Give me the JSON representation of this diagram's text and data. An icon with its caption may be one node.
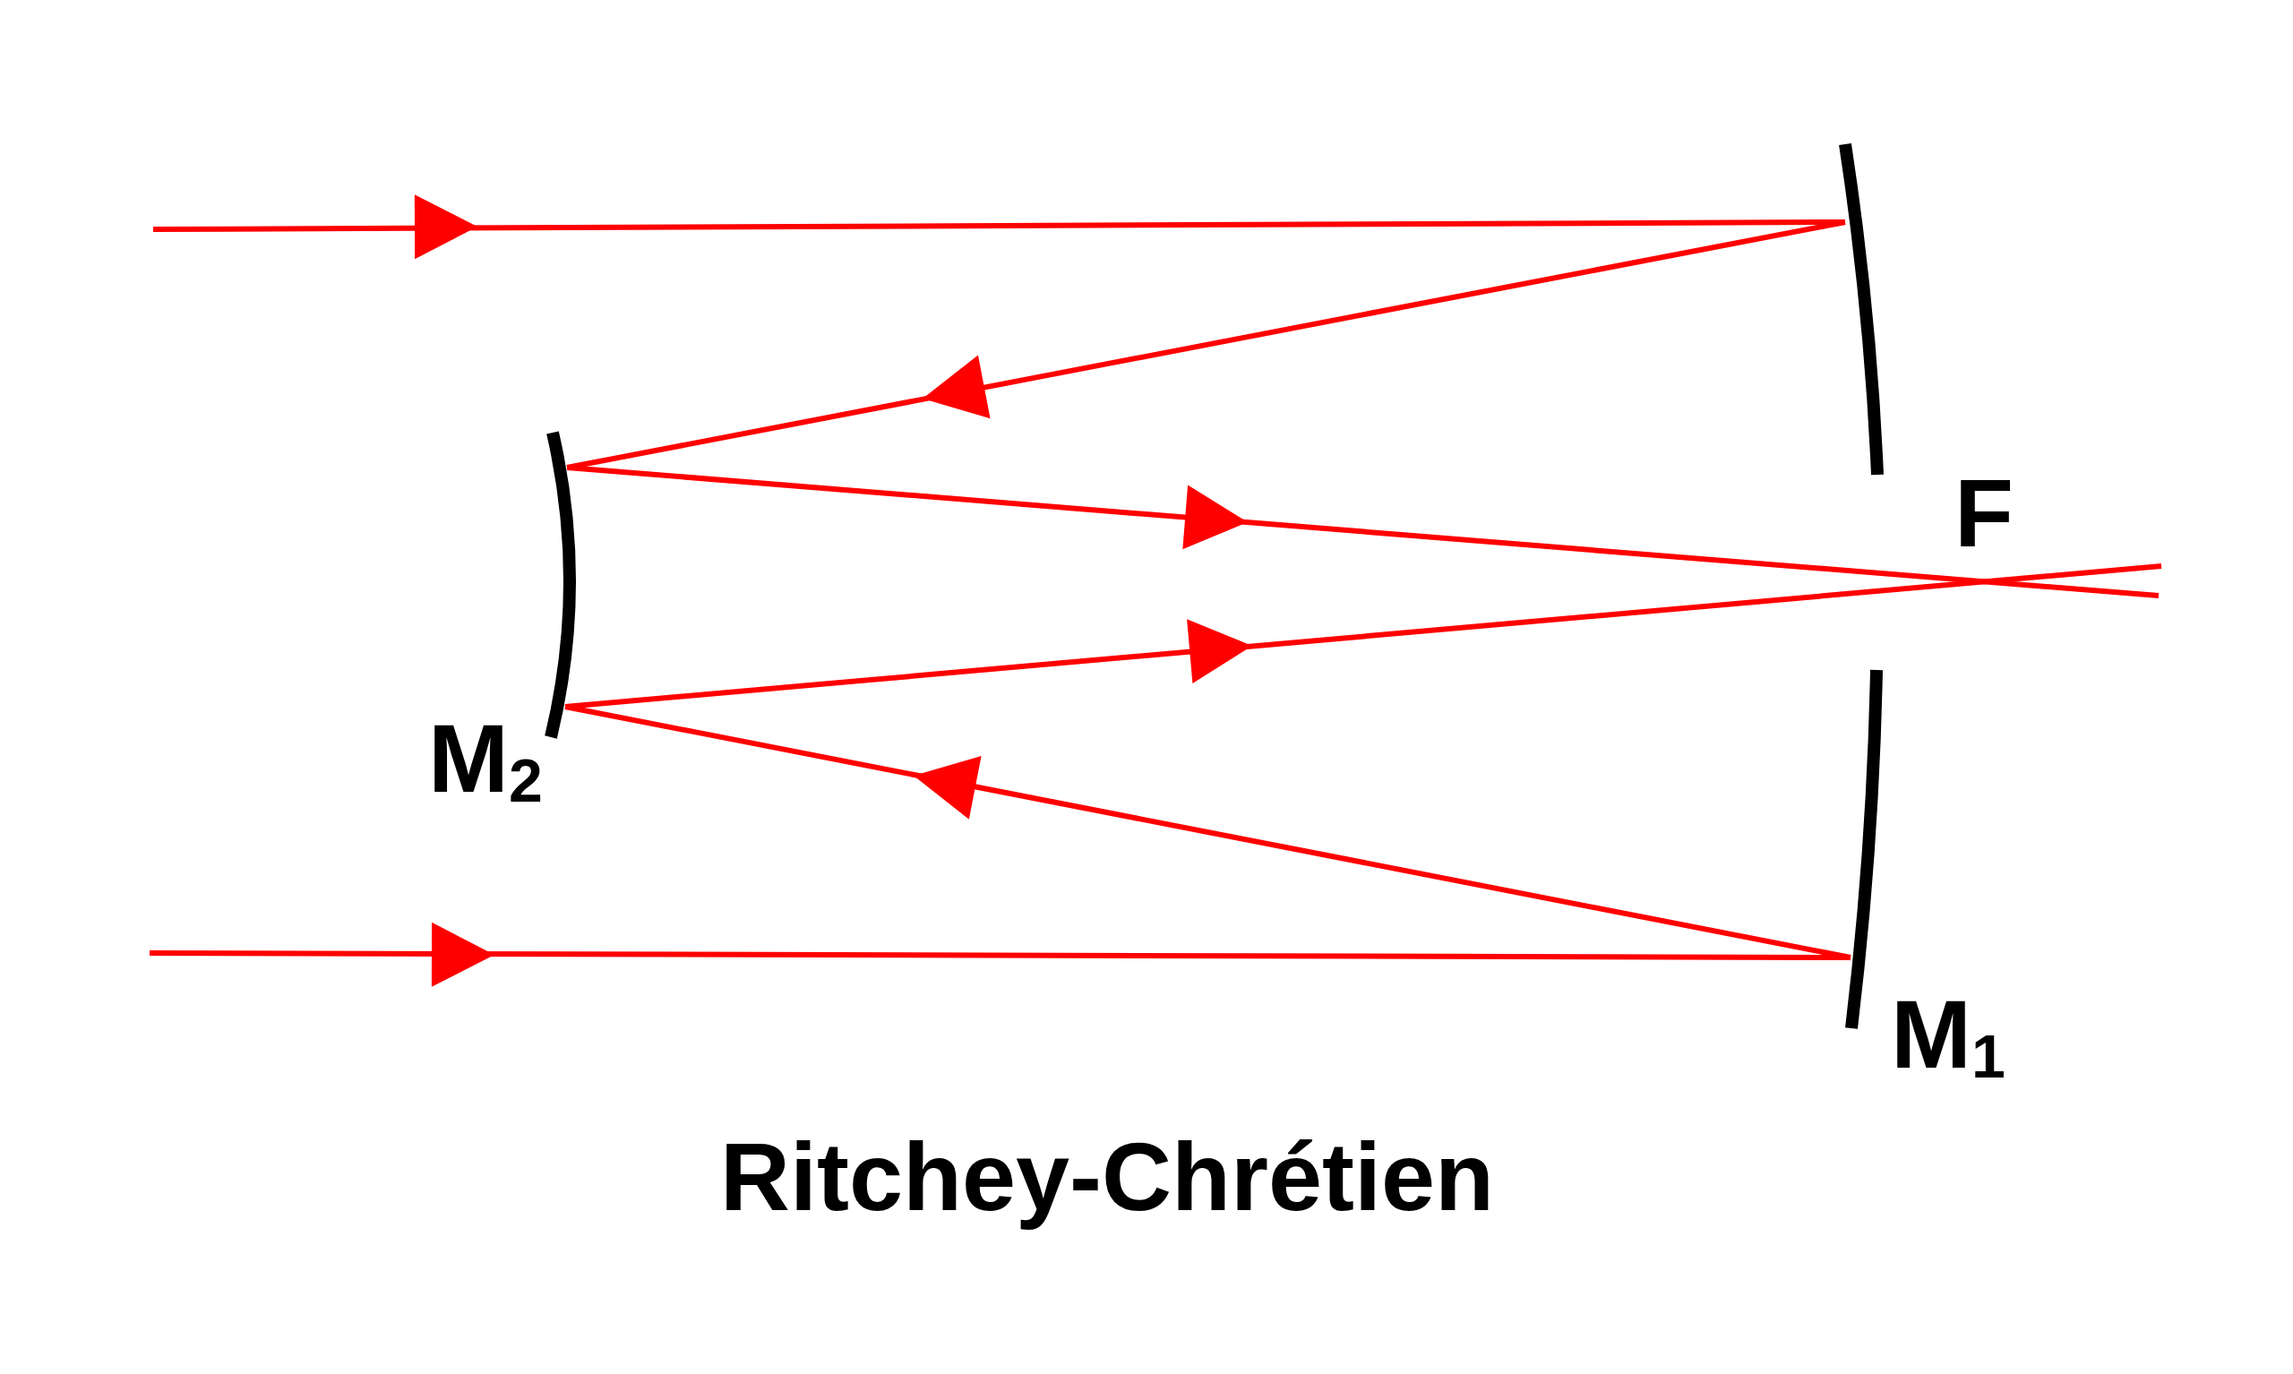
{
  "diagram": {
    "caption": "Ritchey-Chrétien",
    "labels": [
      "F",
      "M$_{2}$",
      "M$_{1}$"
    ]
  }
}
